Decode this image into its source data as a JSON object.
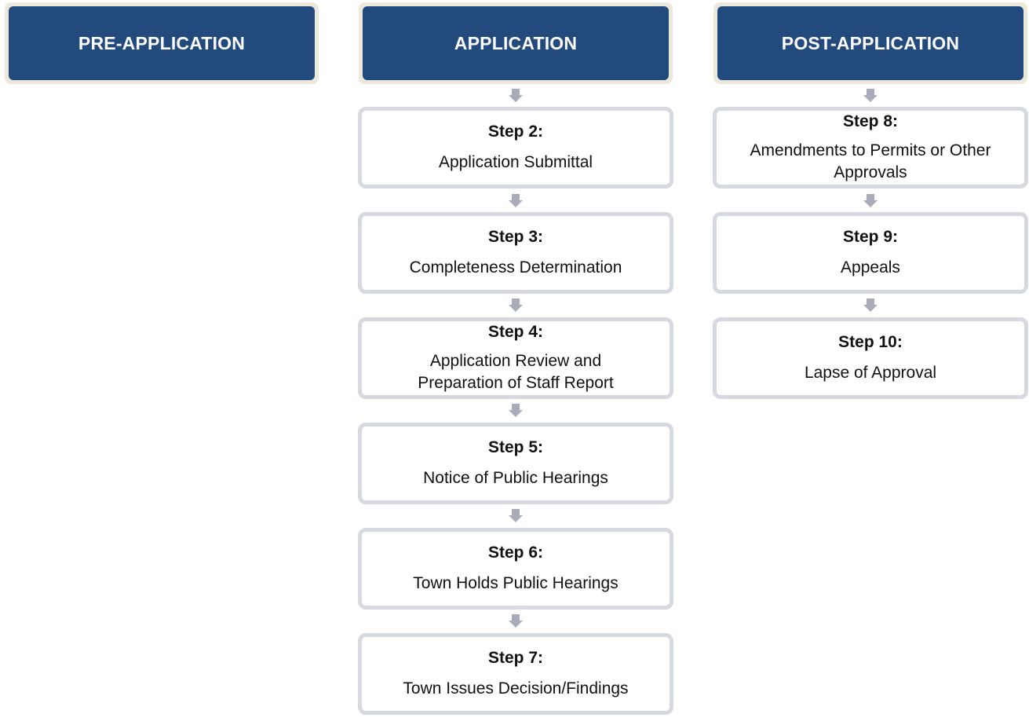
{
  "phases": {
    "pre": "PRE-APPLICATION",
    "app": "APPLICATION",
    "post": "POST-APPLICATION"
  },
  "steps": {
    "s2": {
      "num": "Step 2:",
      "desc": "Application Submittal"
    },
    "s3": {
      "num": "Step 3:",
      "desc": "Completeness Determination"
    },
    "s4": {
      "num": "Step 4:",
      "desc": "Application Review and Preparation of Staff Report"
    },
    "s5": {
      "num": "Step 5:",
      "desc": "Notice of Public Hearings"
    },
    "s6": {
      "num": "Step 6:",
      "desc": "Town Holds Public Hearings"
    },
    "s7": {
      "num": "Step 7:",
      "desc": "Town Issues Decision/Findings"
    },
    "s8": {
      "num": "Step 8:",
      "desc": "Amendments to Permits or Other Approvals"
    },
    "s9": {
      "num": "Step 9:",
      "desc": "Appeals"
    },
    "s10": {
      "num": "Step 10:",
      "desc": "Lapse of Approval"
    }
  },
  "colors": {
    "header_fill": "#234a7c",
    "header_frame": "#ece8dc",
    "box_border": "#d6d9e0",
    "arrow": "#a7acb8"
  },
  "icons": {
    "connector": "down-arrow-icon"
  }
}
